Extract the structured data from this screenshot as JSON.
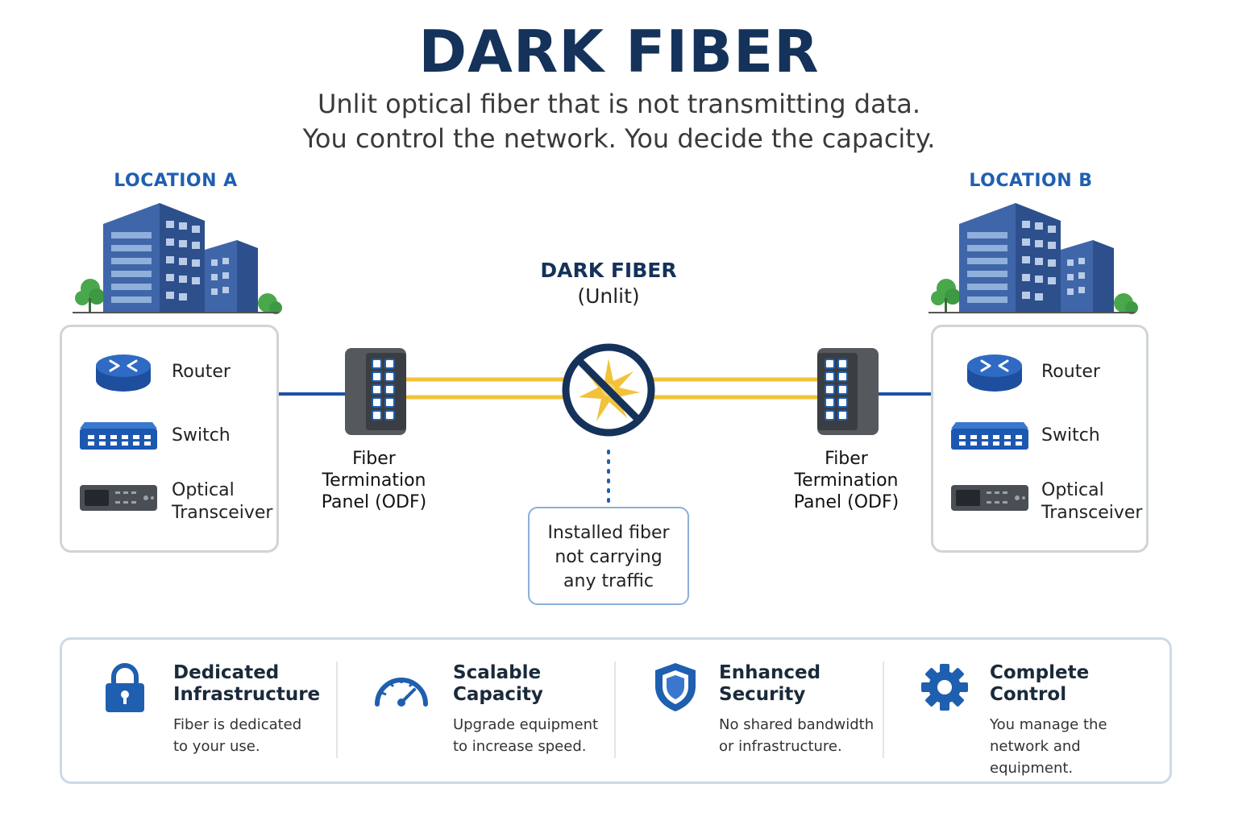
{
  "title": "DARK FIBER",
  "subtitle": [
    "Unlit optical fiber that is not transmitting data.",
    "You control the network. You decide the capacity."
  ],
  "locations": {
    "a": {
      "name": "LOCATION A",
      "equipment": {
        "router": "Router",
        "switch": "Switch",
        "transceiver": [
          "Optical",
          "Transceiver"
        ]
      }
    },
    "b": {
      "name": "LOCATION B",
      "equipment": {
        "router": "Router",
        "switch": "Switch",
        "transceiver": [
          "Optical",
          "Transceiver"
        ]
      }
    }
  },
  "odf_label": [
    "Fiber",
    "Termination",
    "Panel (ODF)"
  ],
  "center": {
    "label": "DARK FIBER",
    "sublabel": "(Unlit)",
    "note": [
      "Installed fiber",
      "not carrying",
      "any traffic"
    ]
  },
  "benefits": [
    {
      "icon": "lock-icon",
      "title": [
        "Dedicated",
        "Infrastructure"
      ],
      "desc": [
        "Fiber is dedicated",
        "to your use."
      ]
    },
    {
      "icon": "gauge-icon",
      "title": [
        "Scalable",
        "Capacity"
      ],
      "desc": [
        "Upgrade equipment",
        "to increase speed."
      ]
    },
    {
      "icon": "shield-icon",
      "title": [
        "Enhanced",
        "Security"
      ],
      "desc": [
        "No shared bandwidth",
        "or infrastructure."
      ]
    },
    {
      "icon": "gear-icon",
      "title": [
        "Complete",
        "Control"
      ],
      "desc": [
        "You manage the",
        "network and equipment."
      ]
    }
  ],
  "colors": {
    "navy": "#14325a",
    "accent_blue": "#1f5fb0",
    "fiber_yellow": "#f2c23a",
    "link_blue": "#1e4fa8"
  }
}
